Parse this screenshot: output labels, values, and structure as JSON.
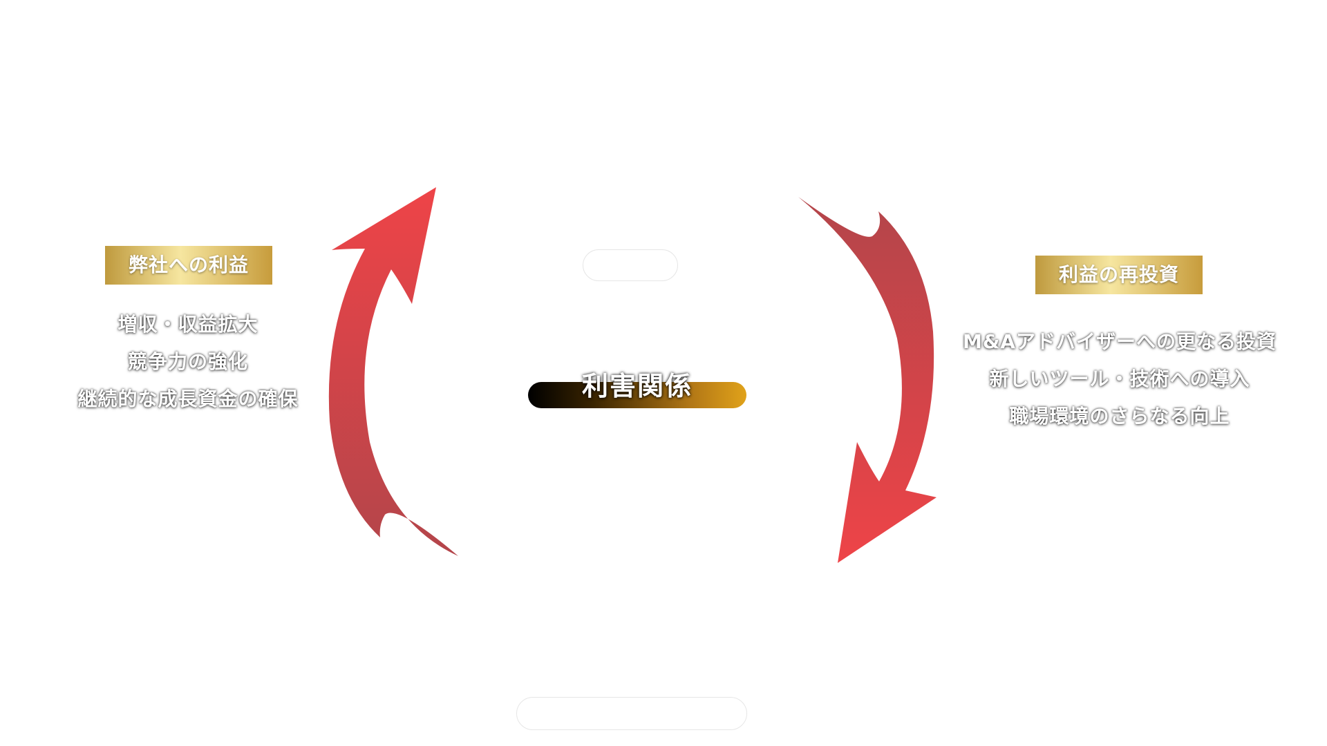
{
  "center": {
    "title": "利害関係"
  },
  "left_box": {
    "label": "弊社への利益",
    "items": [
      "増収・収益拡大",
      "競争力の強化",
      "継続的な成長資金の確保"
    ]
  },
  "right_box": {
    "label": "利益の再投資",
    "items": [
      "M&Aアドバイザーへの更なる投資",
      "新しいツール・技術への導入",
      "職場環境のさらなる向上"
    ]
  },
  "colors": {
    "arrow_light": "#ec4448",
    "arrow_dark": "#b5474b",
    "gold": "#c9a24a"
  }
}
